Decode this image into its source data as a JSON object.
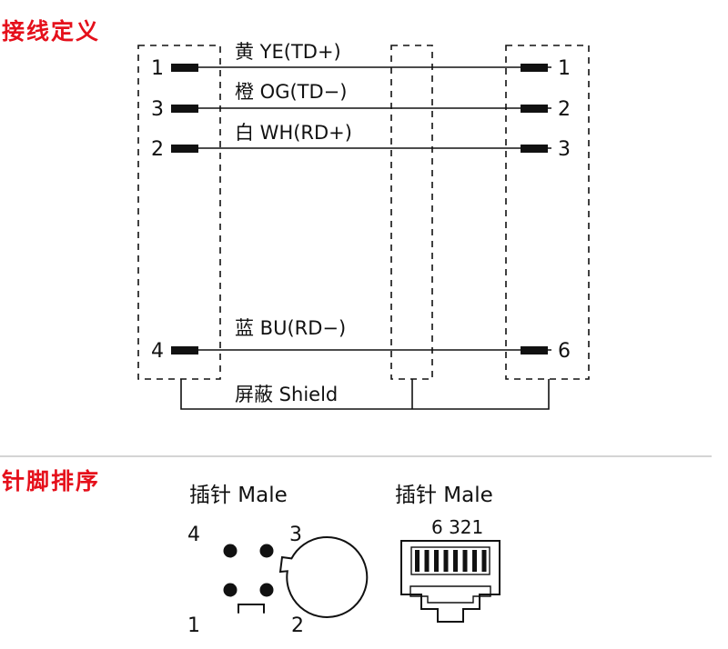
{
  "sections": {
    "wiring_title": "接线定义",
    "pinout_title": "针脚排序"
  },
  "wires": [
    {
      "left_pin": "1",
      "right_pin": "1",
      "label": "黄 YE(TD+)"
    },
    {
      "left_pin": "3",
      "right_pin": "2",
      "label": "橙 OG(TD−)"
    },
    {
      "left_pin": "2",
      "right_pin": "3",
      "label": "白 WH(RD+)"
    },
    {
      "left_pin": "4",
      "right_pin": "6",
      "label": "蓝 BU(RD−)"
    }
  ],
  "shield_label": "屏蔽 Shield",
  "m12_connector": {
    "title": "插针 Male",
    "pins": [
      "4",
      "3",
      "1",
      "2"
    ]
  },
  "rj45_connector": {
    "title": "插针 Male",
    "pin_numbers": "6 321"
  },
  "colors": {
    "title_red": "#e5101b",
    "line": "#111111",
    "divider": "#bbbbbb"
  }
}
